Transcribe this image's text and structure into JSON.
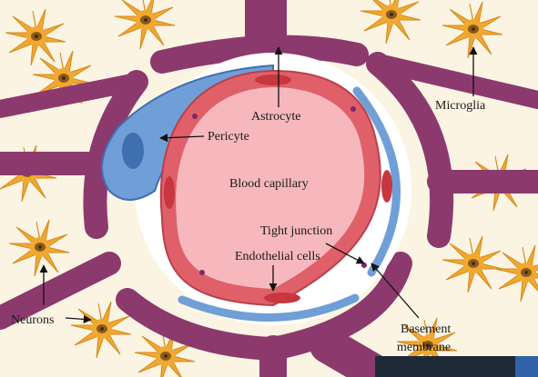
{
  "labels": {
    "astrocyte": "Astrocyte",
    "pericyte": "Pericyte",
    "blood_capillary": "Blood capillary",
    "tight_junction": "Tight junction",
    "endothelial_cells": "Endothelial cells",
    "microglia": "Microglia",
    "neurons": "Neurons",
    "basement_line1": "Basement",
    "basement_line2": "membrane"
  },
  "colors": {
    "background": "#fbf4e3",
    "astrocyte_endfeet": "#8c3a6e",
    "pericyte": "#6f9fd6",
    "pericyte_nucleus": "#3f6fb0",
    "capillary_lumen": "#f6b8bd",
    "endothelium": "#e0606a",
    "endothelial_nucleus": "#c8363f",
    "neuron_body": "#f0a830",
    "neuron_nucleus": "#8a5a20"
  }
}
